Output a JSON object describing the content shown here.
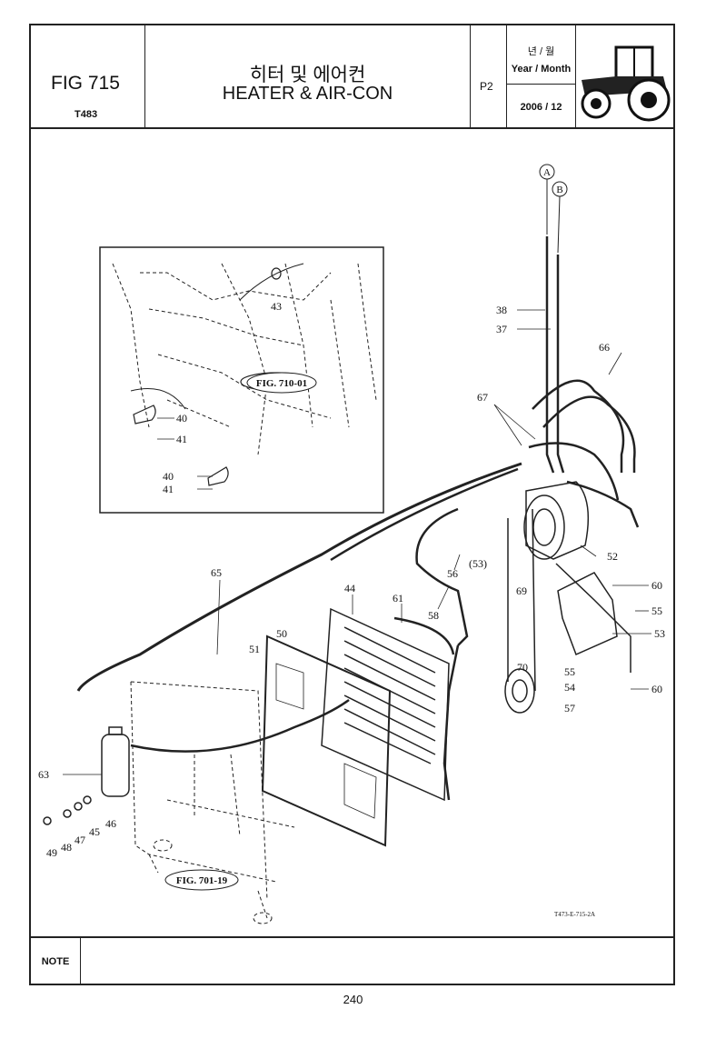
{
  "header": {
    "fig": "FIG 715",
    "model": "T483",
    "title_kr": "히터 및 에어컨",
    "title_en": "HEATER & AIR-CON",
    "page_code": "P2",
    "date_label_kr": "년 / 월",
    "date_label_en": "Year / Month",
    "date_value": "2006 / 12",
    "logo_icon": "tractor-icon"
  },
  "diagram": {
    "refs": {
      "fig_710": "FIG. 710-01",
      "fig_701": "FIG. 701-19"
    },
    "circles": {
      "a": "A",
      "b": "B"
    },
    "drawing_code": "T473-E-715-2A",
    "labels": {
      "p37": "37",
      "p38": "38",
      "p40a": "40",
      "p40b": "40",
      "p41a": "41",
      "p41b": "41",
      "p43": "43",
      "p44": "44",
      "p45": "45",
      "p46": "46",
      "p47": "47",
      "p48": "48",
      "p49": "49",
      "p50": "50",
      "p51": "51",
      "p52": "52",
      "p53": "53",
      "p53p": "(53)",
      "p54": "54",
      "p55a": "55",
      "p55b": "55",
      "p56": "56",
      "p57": "57",
      "p58": "58",
      "p60a": "60",
      "p60b": "60",
      "p61": "61",
      "p63": "63",
      "p65": "65",
      "p66": "66",
      "p67": "67",
      "p69": "69",
      "p70": "70"
    }
  },
  "note": {
    "label": "NOTE"
  },
  "footer": {
    "page_number": "240"
  }
}
